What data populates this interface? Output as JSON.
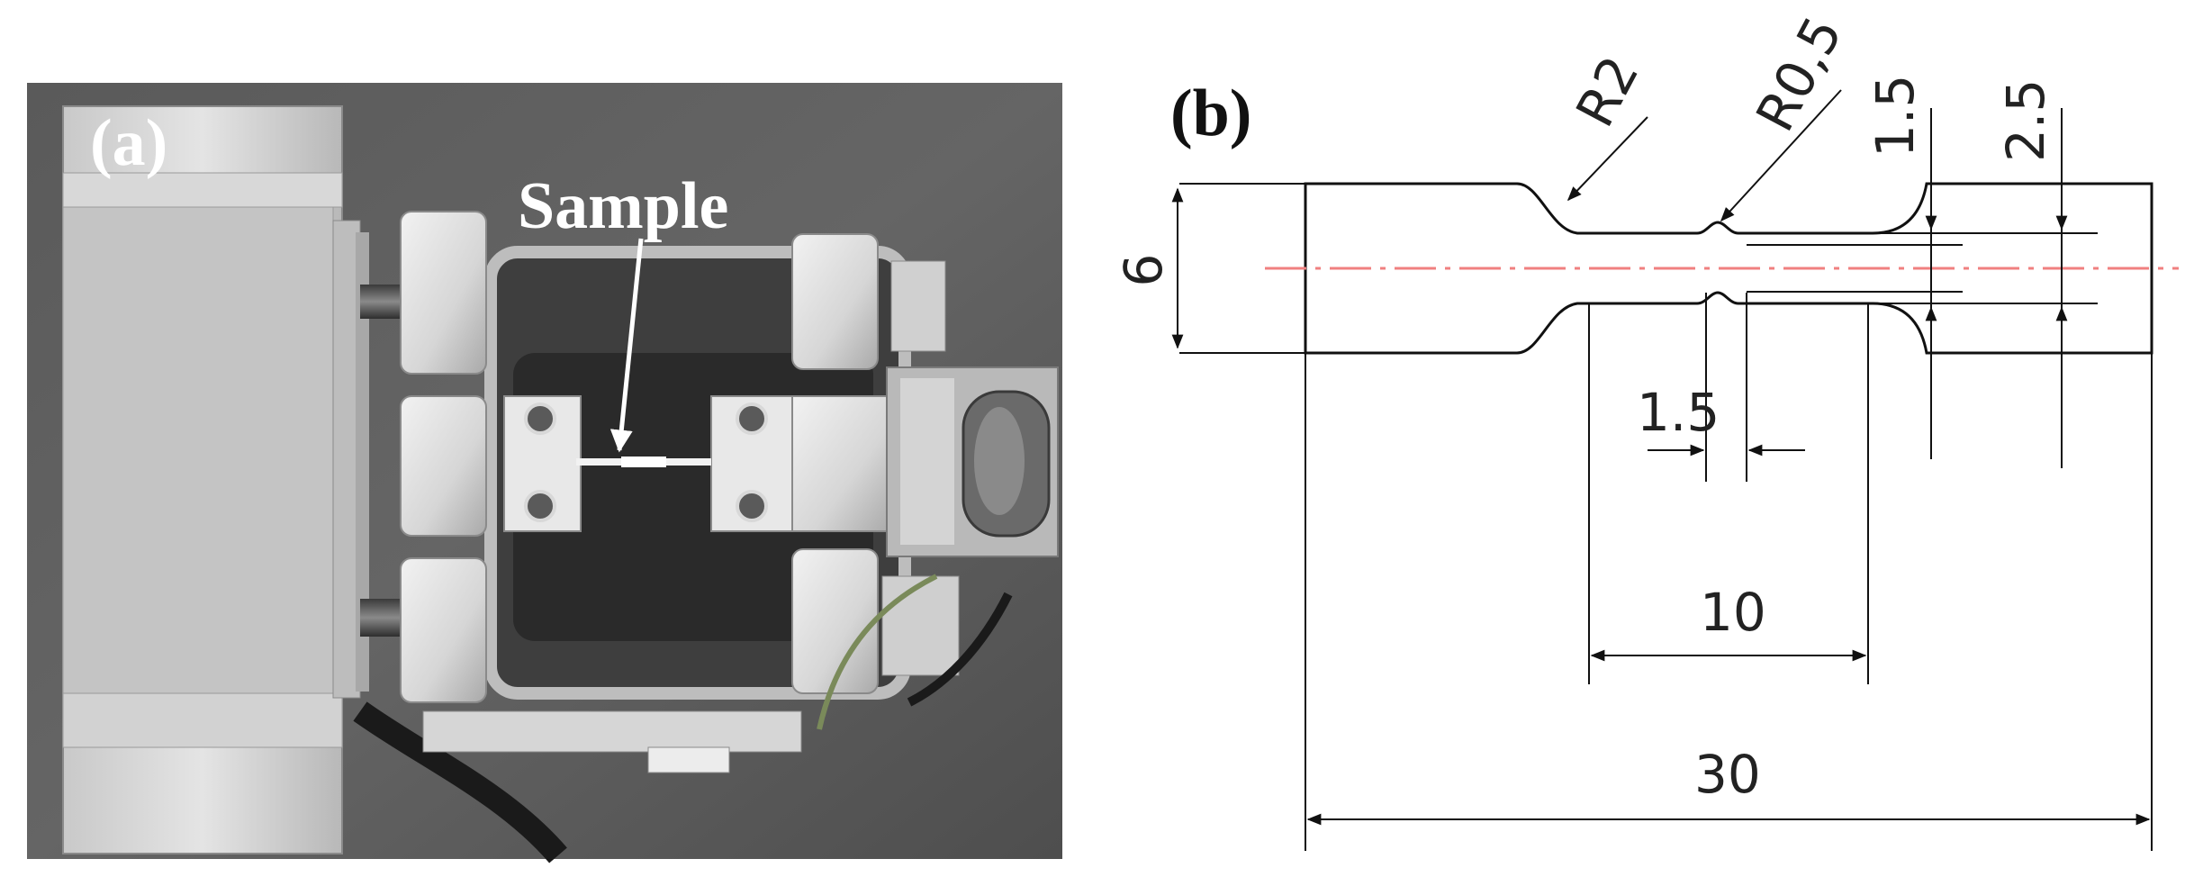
{
  "figure": {
    "panel_a": {
      "label": "(a)",
      "annotation": "Sample"
    },
    "panel_b": {
      "label": "(b)",
      "dimensions": {
        "radius_large": "R2",
        "radius_small": "R0,5",
        "gauge_thickness": "1.5",
        "grip_step": "2.5",
        "overall_width": "6",
        "notch_width": "1.5",
        "gauge_length": "10",
        "total_length": "30"
      },
      "colors": {
        "centerline": "#f08080",
        "outline": "#111111"
      }
    }
  }
}
